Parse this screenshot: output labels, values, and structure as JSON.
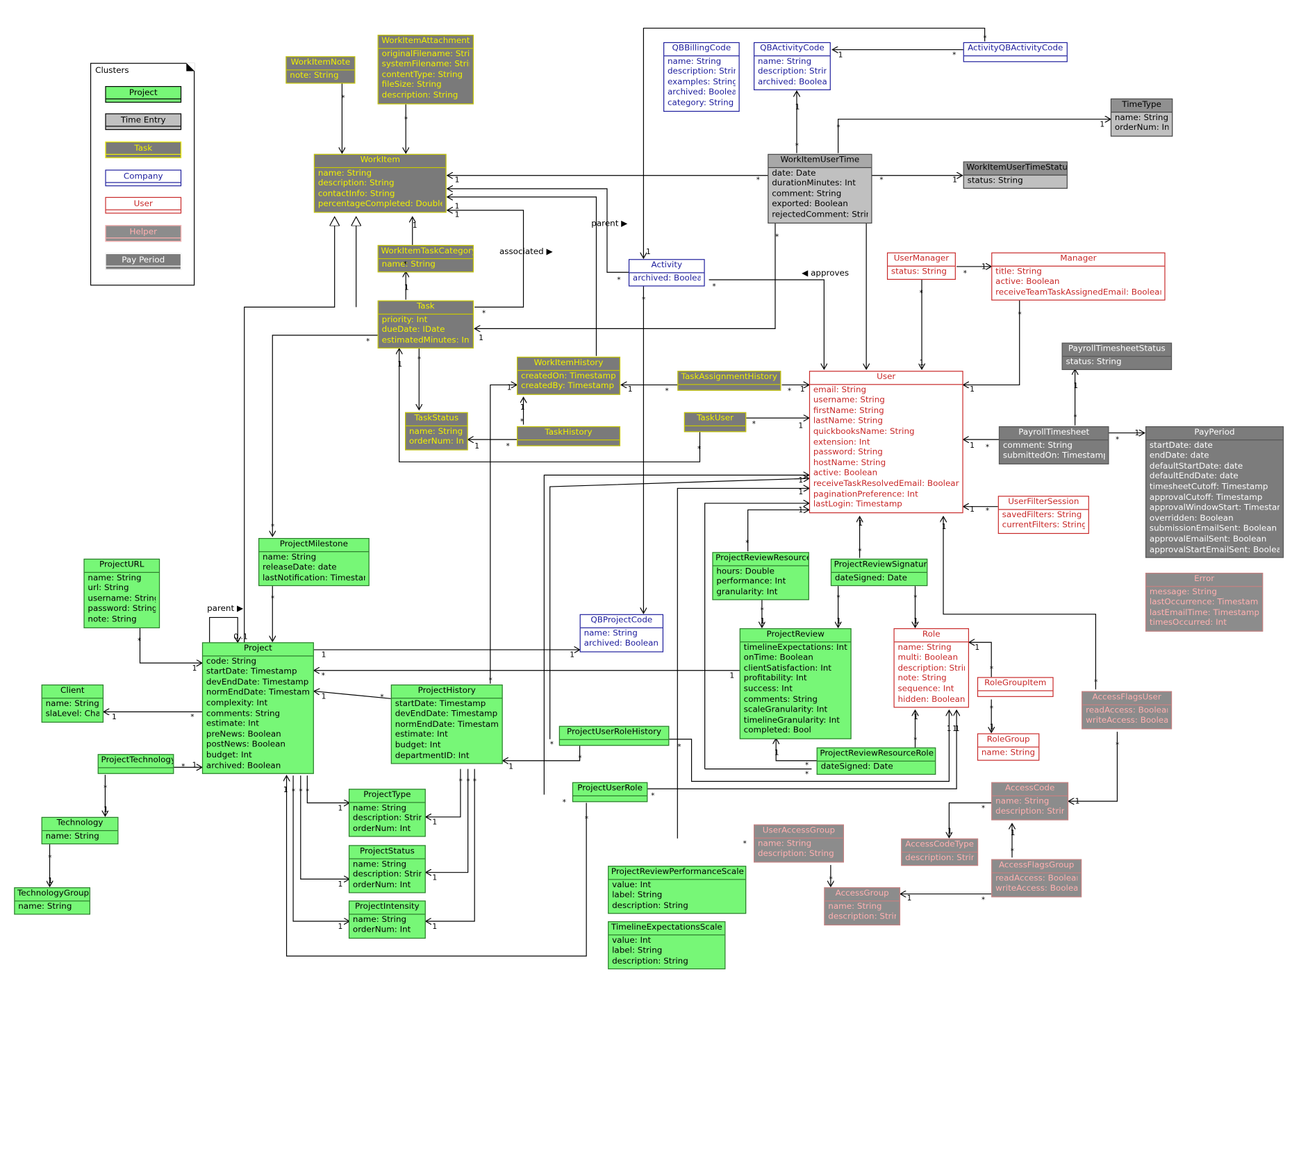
{
  "legend": {
    "title": "Clusters",
    "items": [
      {
        "id": "project",
        "label": "Project"
      },
      {
        "id": "timeentry",
        "label": "Time Entry"
      },
      {
        "id": "task",
        "label": "Task"
      },
      {
        "id": "company",
        "label": "Company"
      },
      {
        "id": "user",
        "label": "User"
      },
      {
        "id": "helper",
        "label": "Helper"
      },
      {
        "id": "payperiod",
        "label": "Pay Period"
      }
    ]
  },
  "classes": {
    "WorkItemNote": {
      "name": "WorkItemNote",
      "attrs": [
        "note: String"
      ]
    },
    "WorkItemAttachment": {
      "name": "WorkItemAttachment",
      "attrs": [
        "originalFilename: String",
        "systemFilename: String",
        "contentType: String",
        "fileSize: String",
        "description: String"
      ]
    },
    "WorkItem": {
      "name": "WorkItem",
      "attrs": [
        "name: String",
        "description: String",
        "contactInfo: String",
        "percentageCompleted: Double"
      ]
    },
    "WorkItemTaskCategory": {
      "name": "WorkItemTaskCategory",
      "attrs": [
        "name: String"
      ]
    },
    "Task": {
      "name": "Task",
      "attrs": [
        "priority: Int",
        "dueDate: IDate",
        "estimatedMinutes: Int"
      ]
    },
    "TaskStatus": {
      "name": "TaskStatus",
      "attrs": [
        "name: String",
        "orderNum: Int"
      ]
    },
    "TaskHistory": {
      "name": "TaskHistory",
      "attrs": []
    },
    "WorkItemHistory": {
      "name": "WorkItemHistory",
      "attrs": [
        "createdOn: Timestamp",
        "createdBy: Timestamp"
      ]
    },
    "TaskAssignmentHistory": {
      "name": "TaskAssignmentHistory",
      "attrs": []
    },
    "TaskUser": {
      "name": "TaskUser",
      "attrs": []
    },
    "QBBillingCode": {
      "name": "QBBillingCode",
      "attrs": [
        "name: String",
        "description: String",
        "examples: String",
        "archived: Boolean",
        "category: String"
      ]
    },
    "QBActivityCode": {
      "name": "QBActivityCode",
      "attrs": [
        "name: String",
        "description: String",
        "archived: Boolean"
      ]
    },
    "ActivityQBActivityCode": {
      "name": "ActivityQBActivityCode",
      "attrs": []
    },
    "TimeType": {
      "name": "TimeType",
      "attrs": [
        "name: String",
        "orderNum: Int"
      ]
    },
    "WorkItemUserTime": {
      "name": "WorkItemUserTime",
      "attrs": [
        "date: Date",
        "durationMinutes: Int",
        "comment: String",
        "exported: Boolean",
        "rejectedComment: String"
      ]
    },
    "WorkItemUserTimeStatus": {
      "name": "WorkItemUserTimeStatus",
      "attrs": [
        "status: String"
      ]
    },
    "Activity": {
      "name": "Activity",
      "attrs": [
        "archived: Boolean"
      ]
    },
    "UserManager": {
      "name": "UserManager",
      "attrs": [
        "status: String"
      ]
    },
    "Manager": {
      "name": "Manager",
      "attrs": [
        "title: String",
        "active: Boolean",
        "receiveTeamTaskAssignedEmail: Boolean"
      ]
    },
    "PayrollTimesheetStatus": {
      "name": "PayrollTimesheetStatus",
      "attrs": [
        "status: String"
      ]
    },
    "User": {
      "name": "User",
      "attrs": [
        "email: String",
        "username: String",
        "firstName: String",
        "lastName: String",
        "quickbooksName: String",
        "extension: Int",
        "password: String",
        "hostName: String",
        "active: Boolean",
        "receiveTaskResolvedEmail: Boolean",
        "paginationPreference: Int",
        "lastLogin: Timestamp"
      ]
    },
    "PayrollTimesheet": {
      "name": "PayrollTimesheet",
      "attrs": [
        "comment: String",
        "submittedOn: Timestamp"
      ]
    },
    "PayPeriod": {
      "name": "PayPeriod",
      "attrs": [
        "startDate: date",
        "endDate: date",
        "defaultStartDate: date",
        "defaultEndDate: date",
        "timesheetCutoff: Timestamp",
        "approvalCutoff: Timestamp",
        "approvalWindowStart: Timestamp",
        "overridden: Boolean",
        "submissionEmailSent: Boolean",
        "approvalEmailSent: Boolean",
        "approvalStartEmailSent: Boolean"
      ]
    },
    "UserFilterSession": {
      "name": "UserFilterSession",
      "attrs": [
        "savedFilters: String",
        "currentFilters: String"
      ]
    },
    "Error": {
      "name": "Error",
      "attrs": [
        "message: String",
        "lastOccurrence: Timestamp",
        "lastEmailTime: Timestamp",
        "timesOccurred: Int"
      ]
    },
    "ProjectMilestone": {
      "name": "ProjectMilestone",
      "attrs": [
        "name: String",
        "releaseDate: date",
        "lastNotification: Timestamp"
      ]
    },
    "ProjectURL": {
      "name": "ProjectURL",
      "attrs": [
        "name: String",
        "url: String",
        "username: String",
        "password: String",
        "note: String"
      ]
    },
    "Project": {
      "name": "Project",
      "attrs": [
        "code: String",
        "startDate: Timestamp",
        "devEndDate: Timestamp",
        "normEndDate: Timestamp",
        "complexity: Int",
        "comments: String",
        "estimate: Int",
        "preNews: Boolean",
        "postNews: Boolean",
        "budget: Int",
        "archived: Boolean"
      ]
    },
    "QBProjectCode": {
      "name": "QBProjectCode",
      "attrs": [
        "name: String",
        "archived: Boolean"
      ]
    },
    "Client": {
      "name": "Client",
      "attrs": [
        "name: String",
        "slaLevel: Char"
      ]
    },
    "ProjectTechnology": {
      "name": "ProjectTechnology",
      "attrs": []
    },
    "Technology": {
      "name": "Technology",
      "attrs": [
        "name: String"
      ]
    },
    "TechnologyGroup": {
      "name": "TechnologyGroup",
      "attrs": [
        "name: String"
      ]
    },
    "ProjectHistory": {
      "name": "ProjectHistory",
      "attrs": [
        "startDate: Timestamp",
        "devEndDate: Timestamp",
        "normEndDate: Timestamp",
        "estimate: Int",
        "budget: Int",
        "departmentID: Int"
      ]
    },
    "ProjectType": {
      "name": "ProjectType",
      "attrs": [
        "name: String",
        "description: String",
        "orderNum: Int"
      ]
    },
    "ProjectStatus": {
      "name": "ProjectStatus",
      "attrs": [
        "name: String",
        "description: String",
        "orderNum: Int"
      ]
    },
    "ProjectIntensity": {
      "name": "ProjectIntensity",
      "attrs": [
        "name: String",
        "orderNum: Int"
      ]
    },
    "ProjectUserRoleHistory": {
      "name": "ProjectUserRoleHistory",
      "attrs": []
    },
    "ProjectUserRole": {
      "name": "ProjectUserRole",
      "attrs": []
    },
    "ProjectReviewResource": {
      "name": "ProjectReviewResource",
      "attrs": [
        "hours: Double",
        "performance: Int",
        "granularity: Int"
      ]
    },
    "ProjectReviewSignature": {
      "name": "ProjectReviewSignature",
      "attrs": [
        "dateSigned: Date"
      ]
    },
    "ProjectReview": {
      "name": "ProjectReview",
      "attrs": [
        "timelineExpectations: Int",
        "onTime: Boolean",
        "clientSatisfaction: Int",
        "profitability: Int",
        "success: Int",
        "comments: String",
        "scaleGranularity: Int",
        "timelineGranularity: Int",
        "completed: Bool"
      ]
    },
    "ProjectReviewResourceRole": {
      "name": "ProjectReviewResourceRole",
      "attrs": [
        "dateSigned: Date"
      ]
    },
    "Role": {
      "name": "Role",
      "attrs": [
        "name: String",
        "multi: Boolean",
        "description: String",
        "note: String",
        "sequence: Int",
        "hidden: Boolean"
      ]
    },
    "RoleGroupItem": {
      "name": "RoleGroupItem",
      "attrs": []
    },
    "RoleGroup": {
      "name": "RoleGroup",
      "attrs": [
        "name: String"
      ]
    },
    "AccessFlagsUser": {
      "name": "AccessFlagsUser",
      "attrs": [
        "readAccess: Boolean",
        "writeAccess: Boolean"
      ]
    },
    "AccessCode": {
      "name": "AccessCode",
      "attrs": [
        "name: String",
        "description: String"
      ]
    },
    "AccessCodeType": {
      "name": "AccessCodeType",
      "attrs": [
        "description: String"
      ]
    },
    "AccessFlagsGroup": {
      "name": "AccessFlagsGroup",
      "attrs": [
        "readAccess: Boolean",
        "writeAccess: Boolean"
      ]
    },
    "AccessGroup": {
      "name": "AccessGroup",
      "attrs": [
        "name: String",
        "description: String"
      ]
    },
    "UserAccessGroup": {
      "name": "UserAccessGroup",
      "attrs": [
        "name: String",
        "description: String"
      ]
    },
    "ProjectReviewPerformanceScale": {
      "name": "ProjectReviewPerformanceScale",
      "attrs": [
        "value: Int",
        "label: String",
        "description: String"
      ]
    },
    "TimelineExpectationsScale": {
      "name": "TimelineExpectationsScale",
      "attrs": [
        "value: Int",
        "label: String",
        "description: String"
      ]
    }
  },
  "labels": {
    "parent_workitem": "parent ▶",
    "associated": "associated ▶",
    "approves": "◀ approves",
    "parent_project": "parent ▶"
  },
  "multiplicities": {
    "one": "1",
    "many": "*",
    "zero_one": "0..1"
  },
  "colors": {
    "project_fill": "#77f777",
    "timeentry_fill": "#c0c0c0",
    "task_fill": "#7a7a7a",
    "task_text": "#f0f000",
    "company_text": "#1c1c9c",
    "user_text": "#c82828",
    "helper_fill": "#8c8c8c",
    "helper_text": "#ffb0b0",
    "payperiod_fill": "#7c7c7c"
  }
}
